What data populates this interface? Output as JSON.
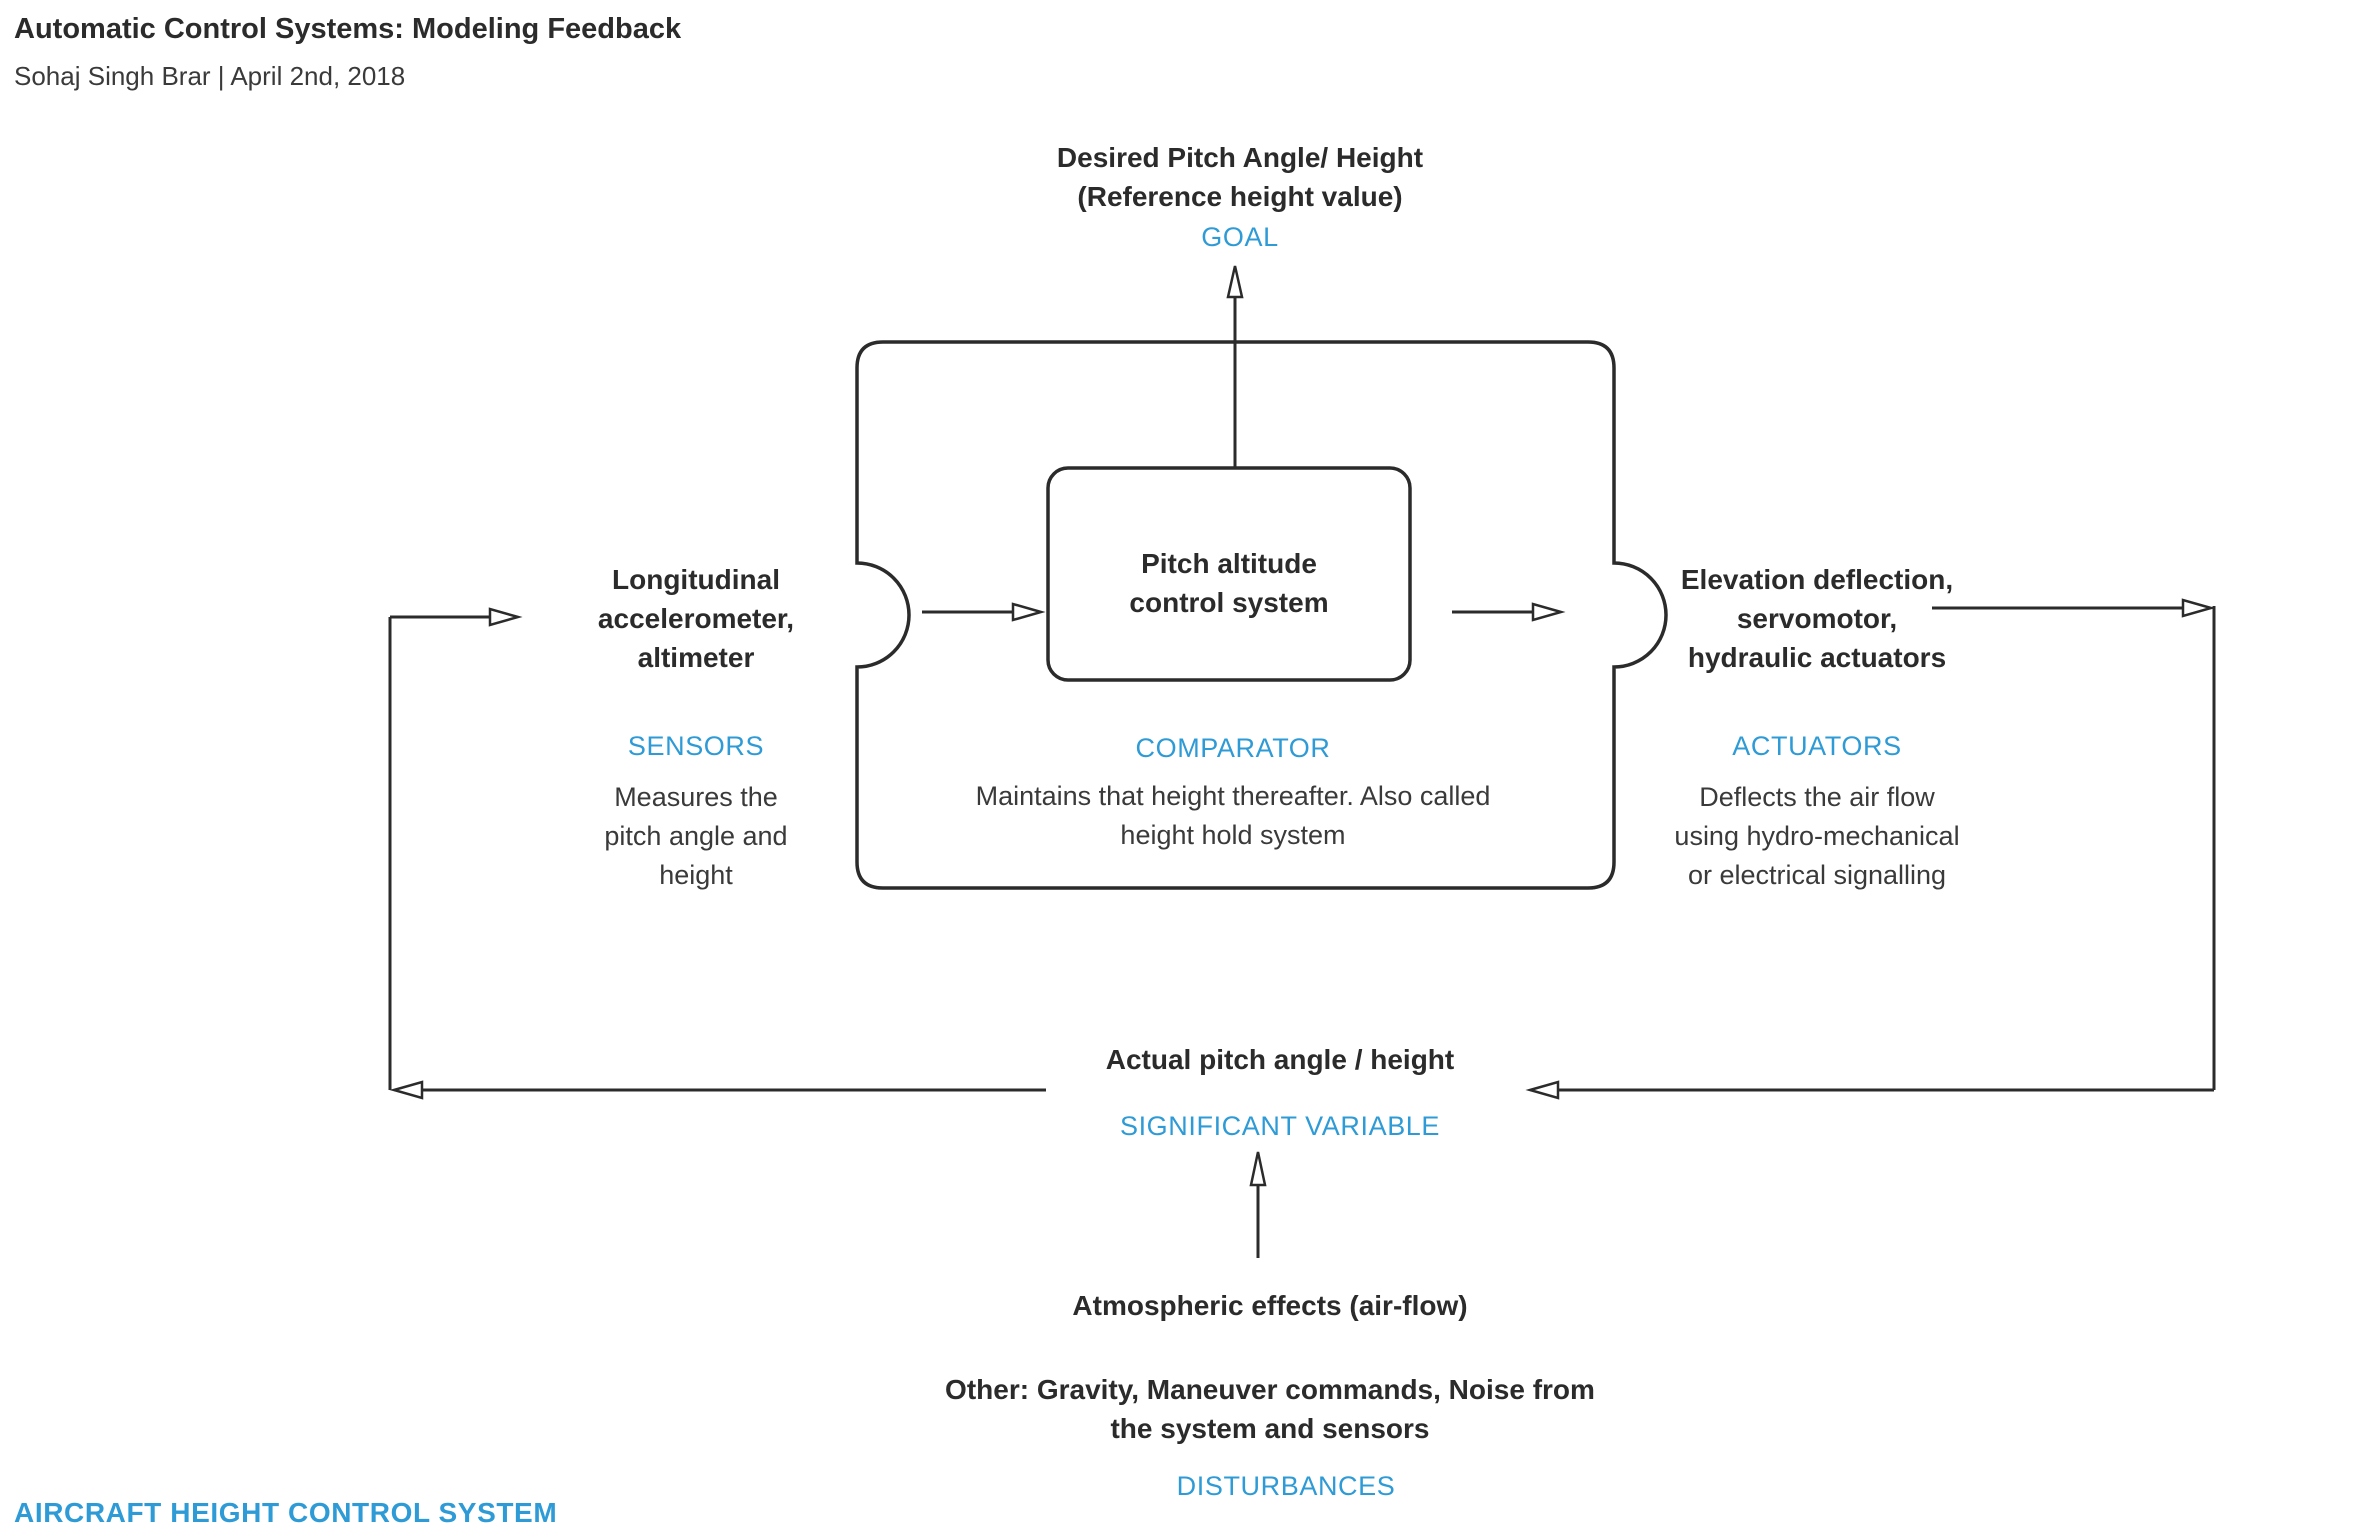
{
  "page": {
    "title": "Automatic Control Systems: Modeling Feedback",
    "byline": "Sohaj Singh Brar | April 2nd, 2018",
    "footer_label": "AIRCRAFT HEIGHT CONTROL SYSTEM"
  },
  "goal": {
    "line1": "Desired Pitch Angle/ Height",
    "line2": "(Reference height value)",
    "tag": "GOAL"
  },
  "sensors": {
    "title_lines": [
      "Longitudinal",
      "accelerometer,",
      "altimeter"
    ],
    "tag": "SENSORS",
    "desc_lines": [
      "Measures the",
      "pitch angle and",
      "height"
    ]
  },
  "comparator": {
    "box_lines": [
      "Pitch altitude",
      "control system"
    ],
    "tag": "COMPARATOR",
    "desc_lines": [
      "Maintains that height thereafter. Also called",
      "height hold system"
    ]
  },
  "actuators": {
    "title_lines": [
      "Elevation deflection,",
      "servomotor,",
      "hydraulic actuators"
    ],
    "tag": "ACTUATORS",
    "desc_lines": [
      "Deflects the air flow",
      "using hydro-mechanical",
      "or electrical signalling"
    ]
  },
  "feedback": {
    "label": "Actual pitch angle / height",
    "tag": "SIGNIFICANT VARIABLE"
  },
  "disturbances": {
    "line1": "Atmospheric effects (air-flow)",
    "other_lines": [
      "Other: Gravity, Maneuver commands, Noise from",
      "the system and sensors"
    ],
    "tag": "DISTURBANCES"
  },
  "colors": {
    "accent_blue": "#2E9BD6",
    "ink": "#2B2B2B",
    "body_text": "#3A3A3A",
    "background": "#FFFFFF"
  }
}
